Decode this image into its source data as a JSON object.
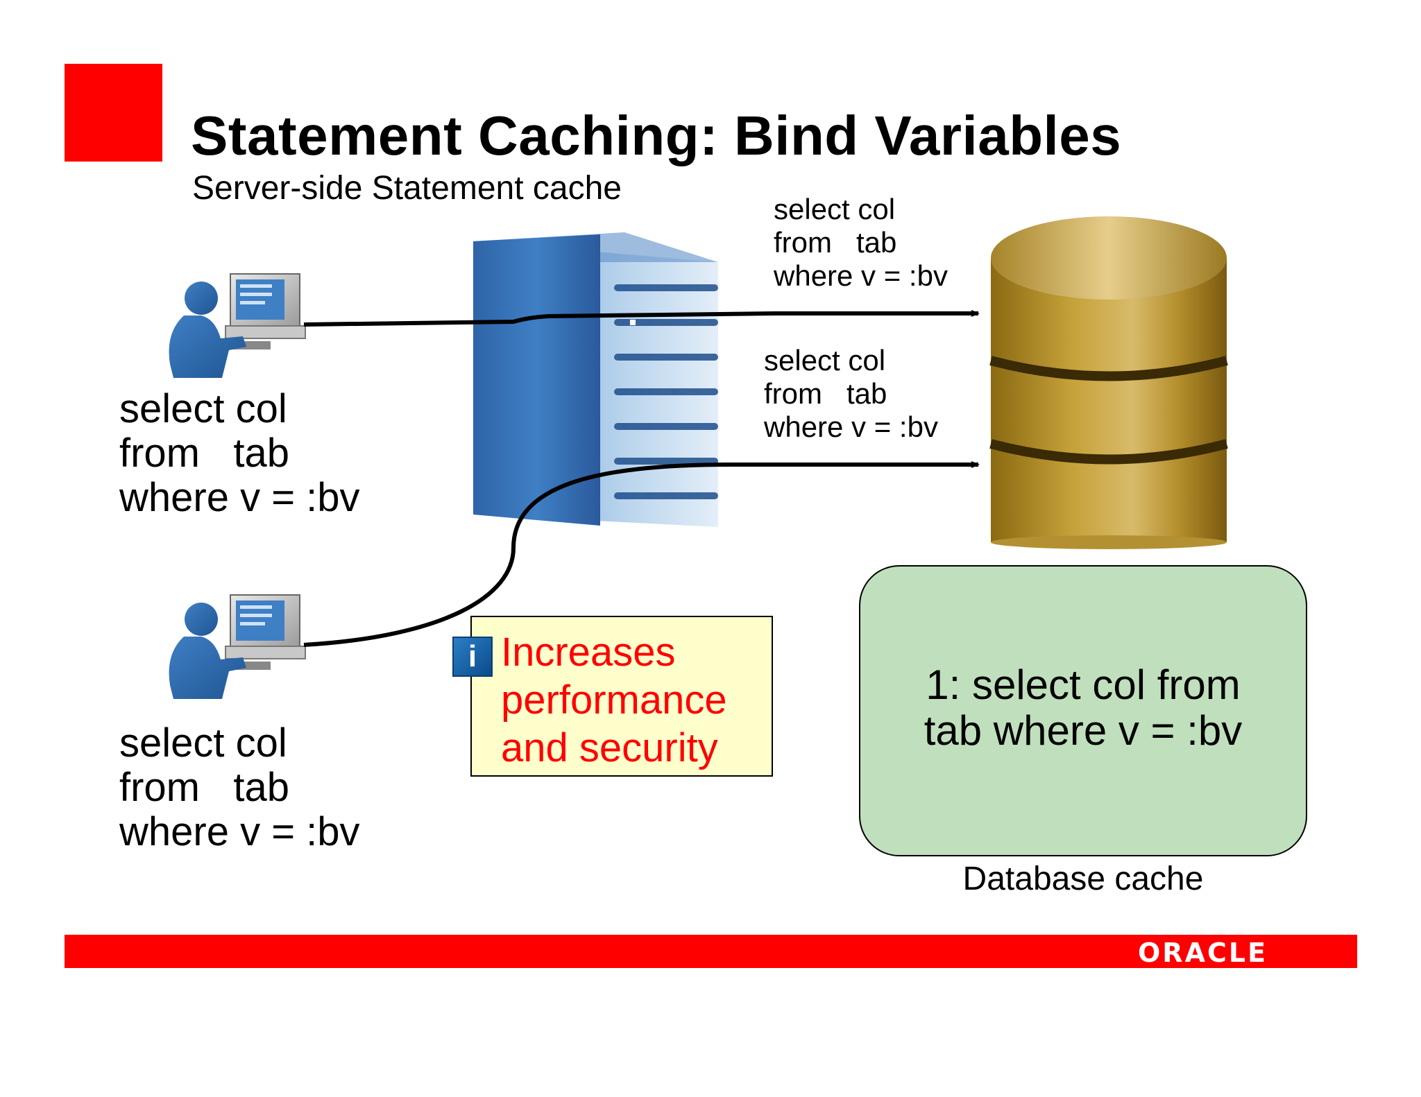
{
  "slide": {
    "title": "Statement Caching: Bind Variables",
    "subtitle": "Server-side Statement cache"
  },
  "clients": [
    {
      "sql": "select col\nfrom   tab\nwhere v = :bv"
    },
    {
      "sql": "select col\nfrom   tab\nwhere v = :bv"
    }
  ],
  "queries": [
    {
      "sql": "select col\nfrom   tab\nwhere v = :bv"
    },
    {
      "sql": "select col\nfrom   tab\nwhere v = :bv"
    }
  ],
  "note": {
    "icon": "info-icon",
    "icon_glyph": "i",
    "text": "Increases\nperformance\nand security",
    "color": "#ff0000",
    "background": "#ffffcc"
  },
  "database_cache": {
    "entry": "1: select col from\ntab where v = :bv",
    "label": "Database cache",
    "background": "#c0dfbd"
  },
  "footer": {
    "logo": "ORACLE",
    "bar_color": "#ff0000"
  }
}
